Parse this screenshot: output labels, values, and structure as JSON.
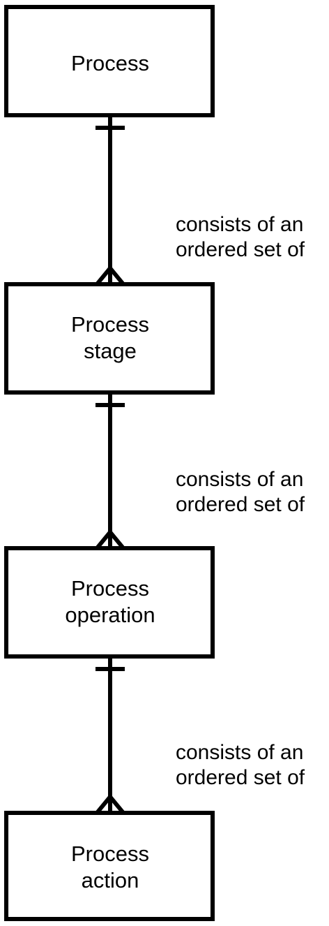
{
  "diagram": {
    "entities": [
      {
        "lines": [
          "Process"
        ]
      },
      {
        "lines": [
          "Process",
          "stage"
        ]
      },
      {
        "lines": [
          "Process",
          "operation"
        ]
      },
      {
        "lines": [
          "Process",
          "action"
        ]
      }
    ],
    "relationships": [
      {
        "lines": [
          "consists of an",
          "ordered set of"
        ]
      },
      {
        "lines": [
          "consists of an",
          "ordered set of"
        ]
      },
      {
        "lines": [
          "consists of an",
          "ordered set of"
        ]
      }
    ],
    "colors": {
      "stroke": "#000000",
      "background": "#ffffff",
      "text": "#000000"
    }
  }
}
